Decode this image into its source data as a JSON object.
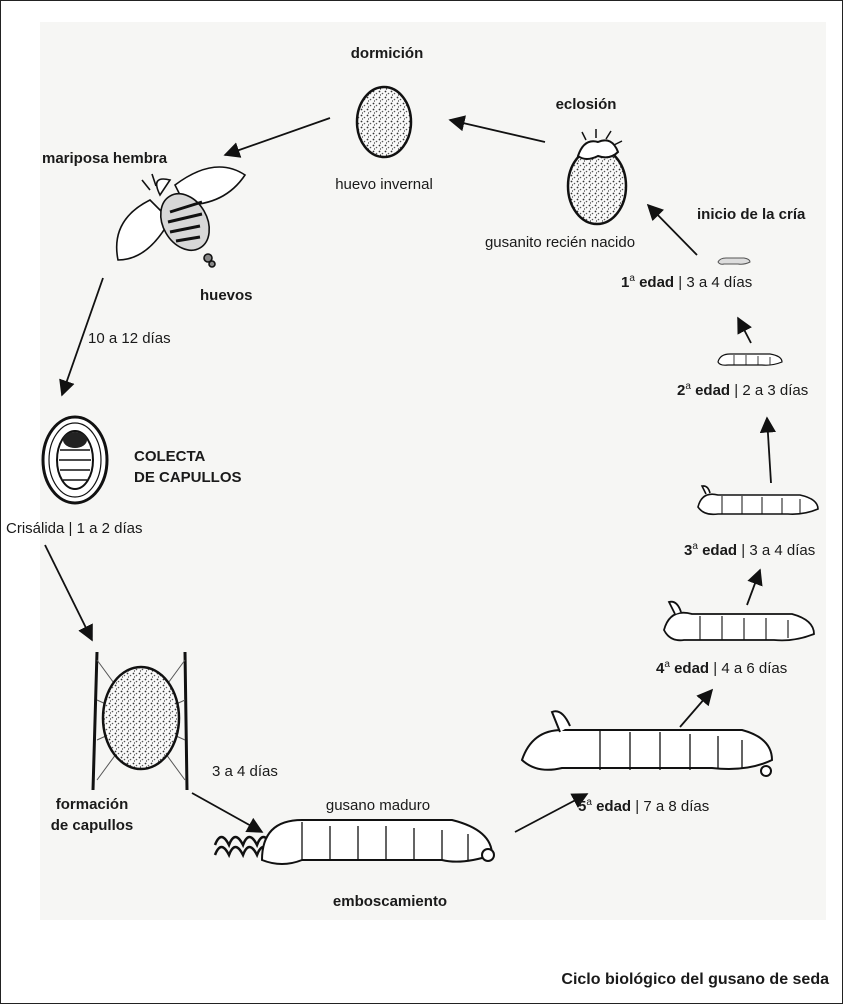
{
  "labels": {
    "dormicion": "dormición",
    "huevo_invernal": "huevo invernal",
    "eclosion": "eclosión",
    "gusanito": "gusanito recién nacido",
    "inicio_cria": "inicio de la cría",
    "mariposa": "mariposa hembra",
    "huevos": "huevos",
    "dias_10_12": "10 a 12 días",
    "colecta_1": "COLECTA",
    "colecta_2": "DE CAPULLOS",
    "crisalida": "Crisálida | 1 a 2 días",
    "formacion_1": "formación",
    "formacion_2": "de capullos",
    "dias_3_4": "3 a 4 días",
    "gusano_maduro": "gusano maduro",
    "emboscamiento": "emboscamiento",
    "caption": "Ciclo biológico del gusano de seda"
  },
  "stages": [
    {
      "num": "1",
      "sup": "a",
      "word": "edad",
      "rest": "| 3 a 4 días"
    },
    {
      "num": "2",
      "sup": "a",
      "word": "edad",
      "rest": "| 2 a 3 días"
    },
    {
      "num": "3",
      "sup": "a",
      "word": "edad",
      "rest": "| 3 a 4 días"
    },
    {
      "num": "4",
      "sup": "a",
      "word": "edad",
      "rest": "| 4 a 6 días"
    },
    {
      "num": "5",
      "sup": "a",
      "word": "edad",
      "rest": "| 7 a 8 días"
    }
  ]
}
